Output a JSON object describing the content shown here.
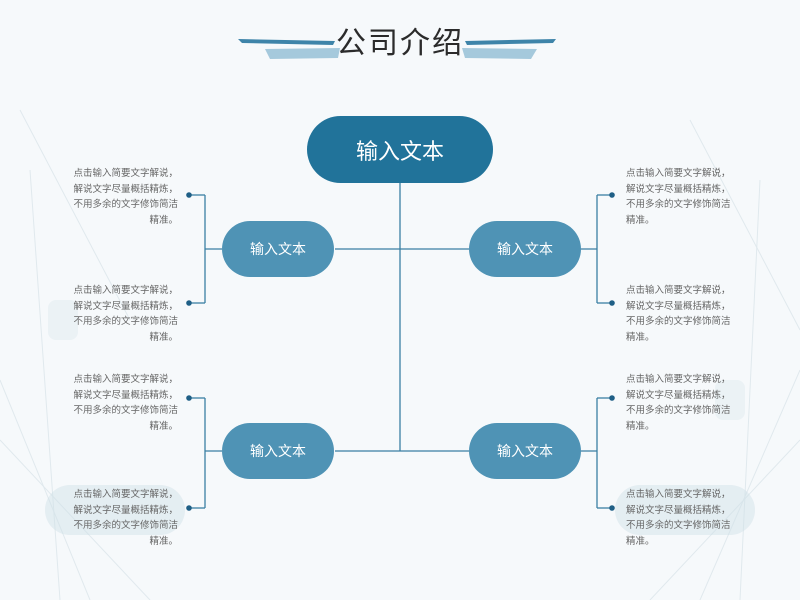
{
  "title": "公司介绍",
  "center_node": {
    "label": "输入文本"
  },
  "branches": [
    {
      "label": "输入文本",
      "notes": [
        "点击输入简要文字解说，解说文字尽量概括精炼，不用多余的文字修饰简洁精准。",
        "点击输入简要文字解说，解说文字尽量概括精炼，不用多余的文字修饰简洁精准。"
      ]
    },
    {
      "label": "输入文本",
      "notes": [
        "点击输入简要文字解说，解说文字尽量概括精炼，不用多余的文字修饰简洁精准。",
        "点击输入简要文字解说，解说文字尽量概括精炼，不用多余的文字修饰简洁精准。"
      ]
    },
    {
      "label": "输入文本",
      "notes": [
        "点击输入简要文字解说，解说文字尽量概括精炼，不用多余的文字修饰简洁精准。",
        "点击输入简要文字解说，解说文字尽量概括精炼，不用多余的文字修饰简洁精准。"
      ]
    },
    {
      "label": "输入文本",
      "notes": [
        "点击输入简要文字解说，解说文字尽量概括精炼，不用多余的文字修饰简洁精准。",
        "点击输入简要文字解说，解说文字尽量概括精炼，不用多余的文字修饰简洁精准。"
      ]
    }
  ],
  "colors": {
    "center_node": "#21739a",
    "branch_node": "#4f93b5",
    "connector": "#3a7fa3",
    "dot": "#1f5f86",
    "background": "#f6f9fb",
    "title_deco_dark": "#3e84a9",
    "title_deco_light": "#9cc3d8"
  }
}
